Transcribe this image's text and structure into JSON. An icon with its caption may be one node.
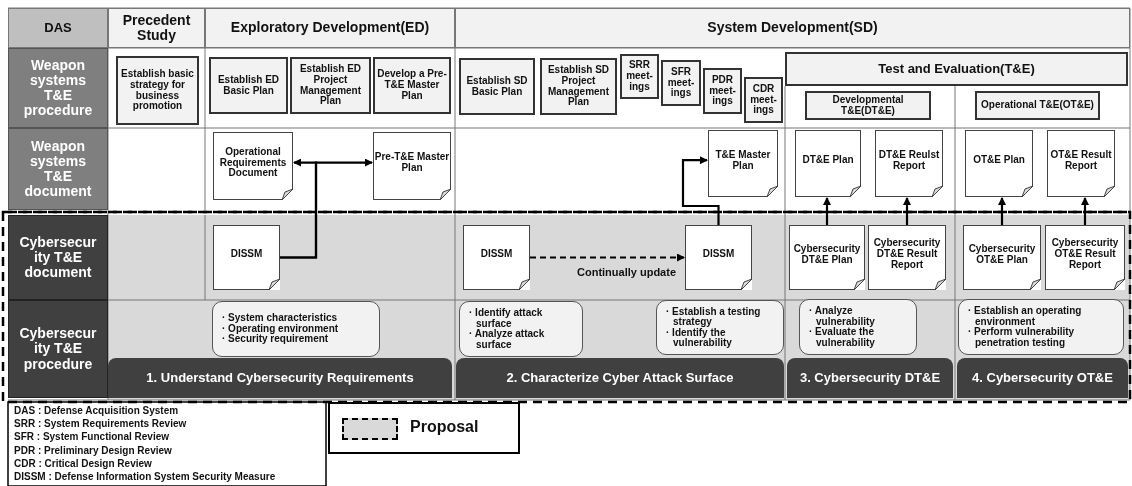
{
  "diagram": {
    "nodes": [
      {
        "text": [
          "DAS"
        ]
      },
      {
        "text": [
          "Precedent Study"
        ]
      },
      {
        "text": [
          "Exploratory Development(ED)"
        ]
      },
      {
        "text": [
          "System Development(SD)"
        ]
      },
      {
        "text": [
          "Weapon systems T&E procedure"
        ]
      },
      {
        "text": [
          "Establish basic strategy for business promotion"
        ]
      },
      {
        "text": [
          "Establish ED Basic Plan"
        ]
      },
      {
        "text": [
          "Establish ED Project Management Plan"
        ]
      },
      {
        "text": [
          "Develop a Pre-T&E Master Plan"
        ]
      },
      {
        "text": [
          "Establish SD Basic Plan"
        ]
      },
      {
        "text": [
          "Establish SD Project Management Plan"
        ]
      },
      {
        "text": [
          "SRR meet- ings"
        ]
      },
      {
        "text": [
          "SFR meet- ings"
        ]
      },
      {
        "text": [
          "PDR meet- ings"
        ]
      },
      {
        "text": [
          "CDR meet- ings"
        ]
      },
      {
        "text": [
          "Test and Evaluation(T&E)"
        ]
      },
      {
        "text": [
          "Developmental T&E(DT&E)"
        ]
      },
      {
        "text": [
          "Operational T&E(OT&E)"
        ]
      },
      {
        "text": [
          "Weapon systems T&E document"
        ]
      },
      {
        "text": [
          "Operational Requirements Document"
        ]
      },
      {
        "text": [
          "Pre-T&E Master Plan"
        ]
      },
      {
        "text": [
          "T&E Master Plan"
        ]
      },
      {
        "text": [
          "DT&E Plan"
        ]
      },
      {
        "text": [
          "DT&E Reulst Report"
        ]
      },
      {
        "text": [
          "OT&E Plan"
        ]
      },
      {
        "text": [
          "OT&E Result Report"
        ]
      },
      {
        "text": [
          "Cybersecur ity T&E document"
        ]
      },
      {
        "text": [
          "DISSM"
        ]
      },
      {
        "text": [
          "DISSM"
        ]
      },
      {
        "text": [
          "DISSM"
        ]
      },
      {
        "text": [
          "Cybersecurity DT&E Plan"
        ]
      },
      {
        "text": [
          "Cybersecurity DT&E Result Report"
        ]
      },
      {
        "text": [
          "Cybersecurity OT&E Plan"
        ]
      },
      {
        "text": [
          "Cybersecurity OT&E Result Report"
        ]
      },
      {
        "text": [
          "Cybersecur ity T&E procedure"
        ]
      },
      {
        "text": [
          "· System characteristics",
          "· Operating environment",
          "· Security requirement"
        ]
      },
      {
        "text": [
          "· Identify attack surface",
          "· Analyze attack surface"
        ]
      },
      {
        "text": [
          "· Establish a testing strategy",
          "· Identify the vulnerability"
        ]
      },
      {
        "text": [
          "· Analyze vulnerability",
          "· Evaluate the vulnerability"
        ]
      },
      {
        "text": [
          "· Establish an operating environment",
          "· Perform vulnerability penetration testing"
        ]
      },
      {
        "text": [
          "1. Understand Cybersecurity Requirements"
        ]
      },
      {
        "text": [
          "2. Characterize Cyber Attack Surface"
        ]
      },
      {
        "text": [
          "3. Cybersecurity DT&E"
        ]
      },
      {
        "text": [
          "4. Cybersecurity OT&E"
        ]
      }
    ],
    "edges": [
      {
        "from": 27,
        "to": 19,
        "arrow": "to"
      },
      {
        "from": 27,
        "to": 20,
        "arrow": "to"
      },
      {
        "from": 28,
        "to": 29,
        "arrow": "to",
        "style": "dashed",
        "label": "Continually update"
      },
      {
        "from": 29,
        "to": 21,
        "arrow": "to"
      },
      {
        "from": 30,
        "to": 22,
        "arrow": "to"
      },
      {
        "from": 31,
        "to": 23,
        "arrow": "to"
      },
      {
        "from": 32,
        "to": 24,
        "arrow": "to"
      },
      {
        "from": 33,
        "to": 25,
        "arrow": "to"
      }
    ],
    "labels": [
      "DAS : Defense Acquisition System",
      "SRR : System Requirements Review",
      "SFR : System Functional Review",
      "PDR : Preliminary Design Review",
      "CDR : Critical Design Review",
      "DISSM : Defense Information System Security Measure"
    ],
    "legend": [
      {
        "text": "Proposal"
      }
    ]
  }
}
